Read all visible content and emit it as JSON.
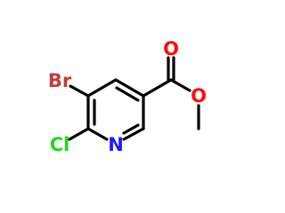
{
  "molecule": {
    "atoms": {
      "bromine": {
        "label": "Br",
        "color": "#c43b3b"
      },
      "chlorine": {
        "label": "Cl",
        "color": "#1edc1e"
      },
      "nitrogen": {
        "label": "N",
        "color": "#1a1aff"
      },
      "carbonyl_oxygen": {
        "label": "O",
        "color": "#ff0d0d"
      },
      "ester_oxygen": {
        "label": "O",
        "color": "#ff0d0d"
      }
    },
    "bond_color": "#000000"
  }
}
